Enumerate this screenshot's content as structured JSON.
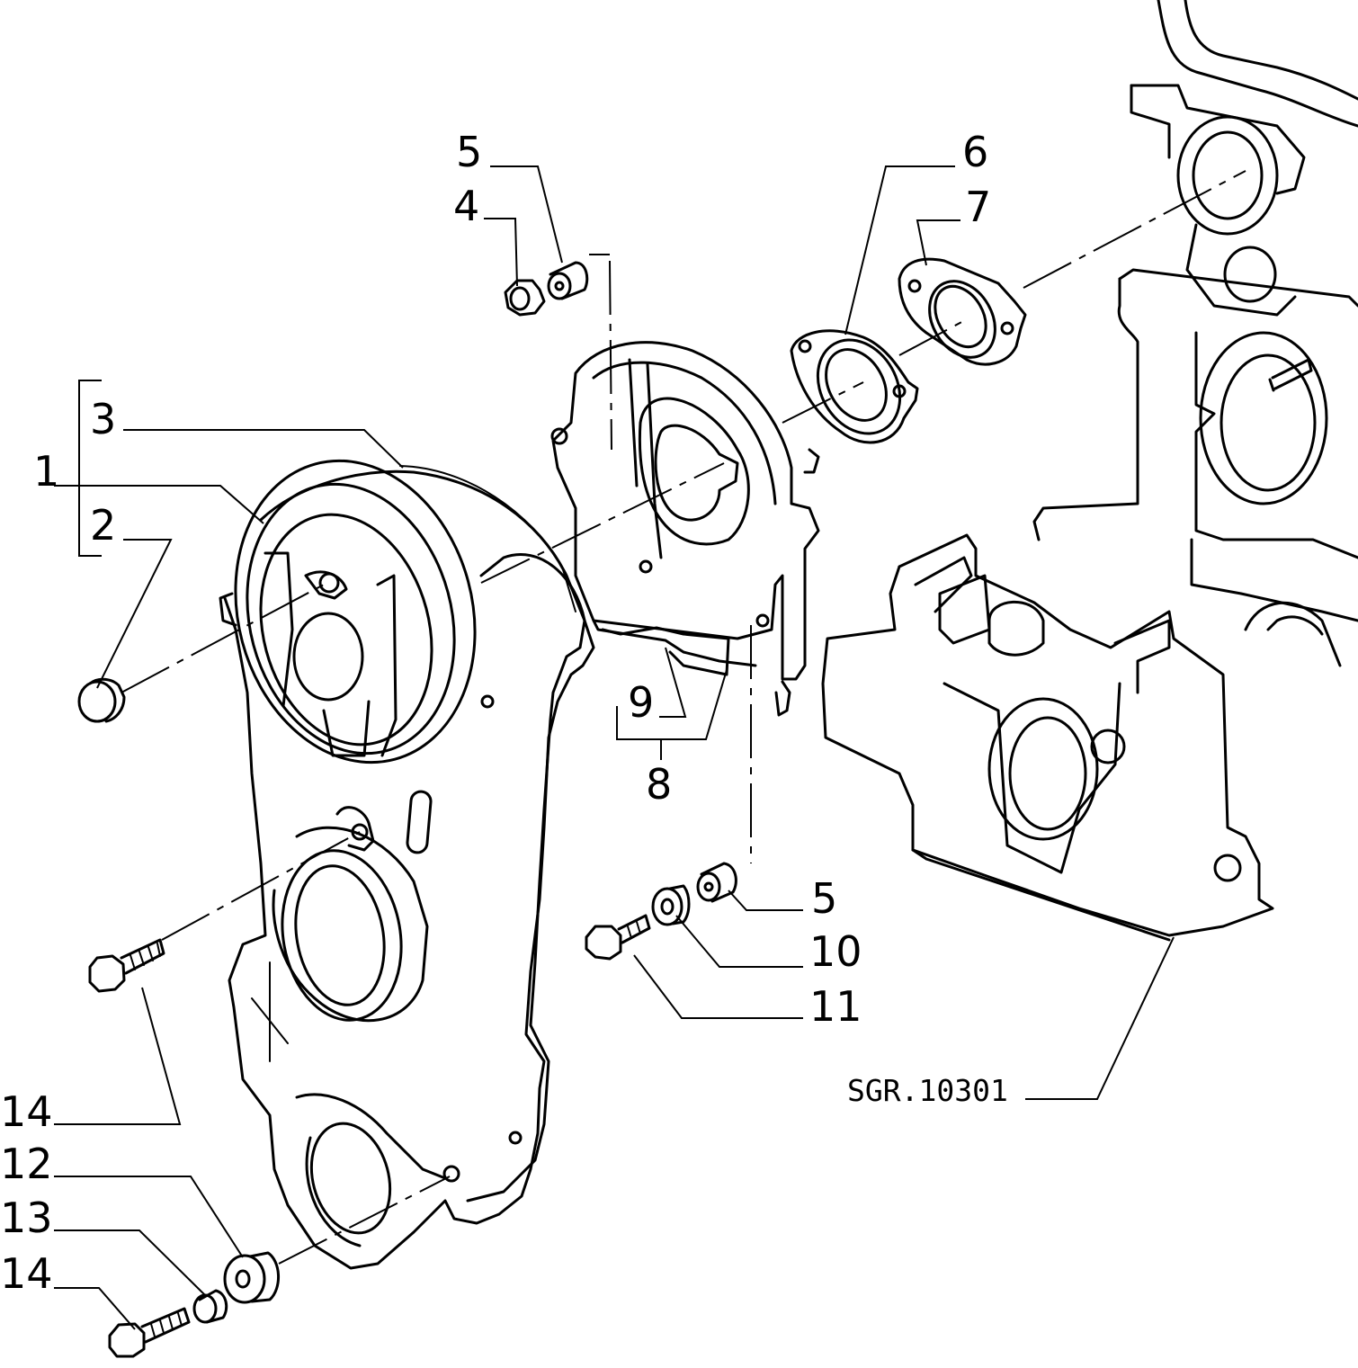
{
  "callouts": {
    "c1": "1",
    "c2": "2",
    "c3": "3",
    "c4": "4",
    "c5_top": "5",
    "c5_bottom": "5",
    "c6": "6",
    "c7": "7",
    "c8": "8",
    "c9": "9",
    "c10": "10",
    "c11": "11",
    "c12": "12",
    "c13": "13",
    "c14_upper": "14",
    "c14_lower": "14"
  },
  "drawing_code": "SGR.10301",
  "colors": {
    "line": "#000000",
    "background": "#ffffff"
  }
}
